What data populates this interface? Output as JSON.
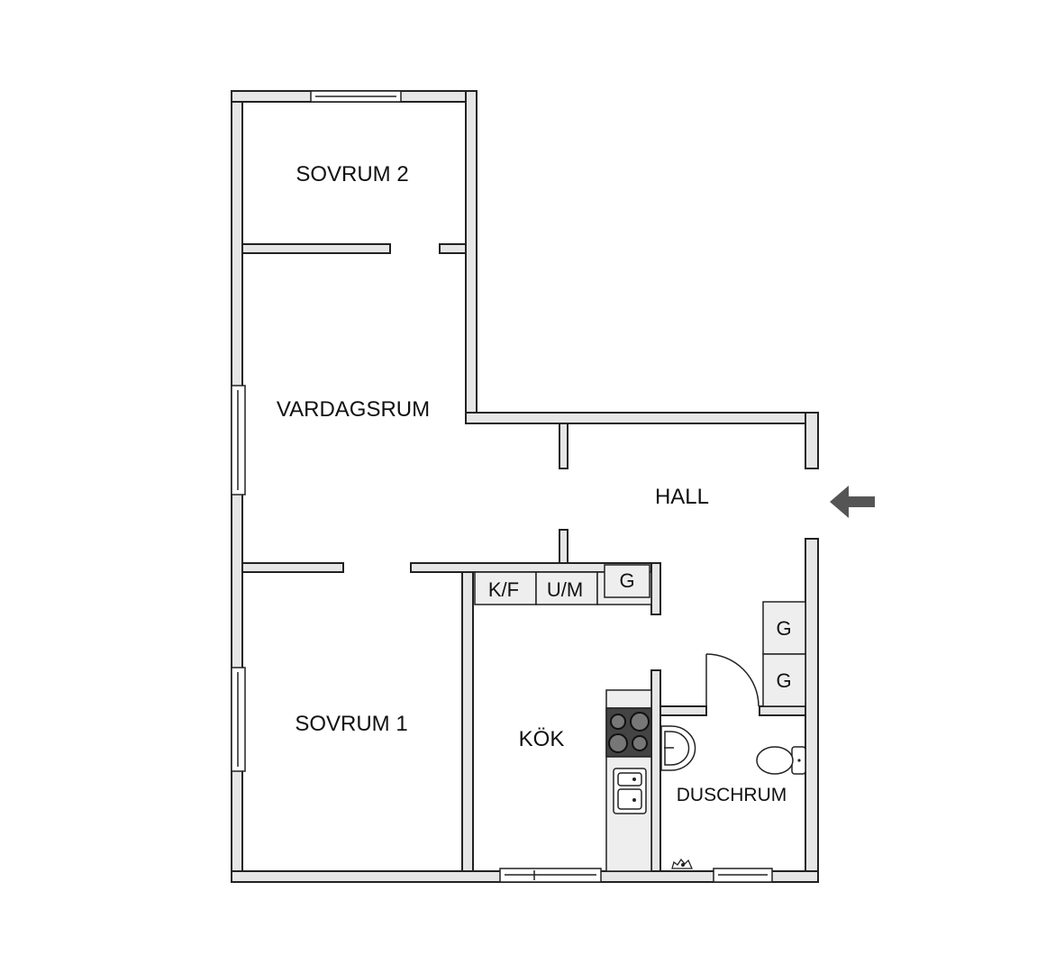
{
  "rooms": {
    "sovrum2": "SOVRUM 2",
    "vardagsrum": "VARDAGSRUM",
    "hall": "HALL",
    "sovrum1": "SOVRUM 1",
    "kok": "KÖK",
    "duschrum": "DUSCHRUM"
  },
  "fixtures": {
    "kf": "K/F",
    "um": "U/M",
    "g_hall": "G",
    "g_upper": "G",
    "g_lower": "G"
  },
  "icons": {
    "entrance": "entrance-arrow-icon"
  },
  "colors": {
    "wall_fill": "#e6e6e6",
    "line": "#222222",
    "arrow": "#555555"
  }
}
